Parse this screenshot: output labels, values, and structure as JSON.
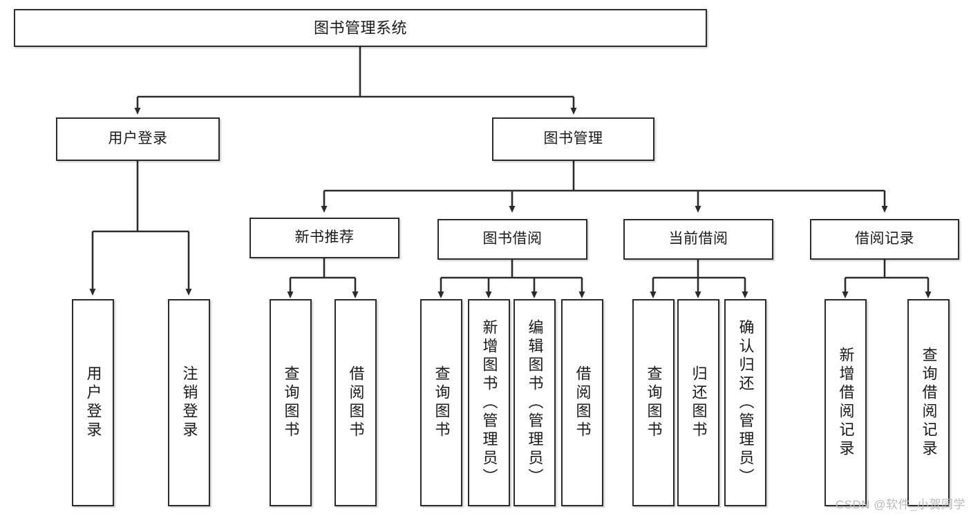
{
  "diagram": {
    "type": "tree-hierarchy",
    "title": "图书管理系统",
    "root": {
      "label": "图书管理系统"
    },
    "level2": [
      {
        "label": "用户登录"
      },
      {
        "label": "图书管理"
      }
    ],
    "level3": [
      {
        "label": "新书推荐"
      },
      {
        "label": "图书借阅"
      },
      {
        "label": "当前借阅"
      },
      {
        "label": "借阅记录"
      }
    ],
    "leaves": {
      "user_login": [
        {
          "label": "用户登录"
        },
        {
          "label": "注销登录"
        }
      ],
      "new_book_recommend": [
        {
          "label": "查询图书"
        },
        {
          "label": "借阅图书"
        }
      ],
      "book_borrow": [
        {
          "label": "查询图书"
        },
        {
          "label": "新增图书（管理员）"
        },
        {
          "label": "编辑图书（管理员）"
        },
        {
          "label": "借阅图书"
        }
      ],
      "current_borrow": [
        {
          "label": "查询图书"
        },
        {
          "label": "归还图书"
        },
        {
          "label": "确认归还（管理员）"
        }
      ],
      "borrow_record": [
        {
          "label": "新增借阅记录"
        },
        {
          "label": "查询借阅记录"
        }
      ]
    }
  },
  "watermark": {
    "text": "CSDN @软件_小贺同学"
  },
  "colors": {
    "stroke": "#2b2b2b",
    "box_fill": "#ffffff",
    "text": "#1a1a1a",
    "watermark": "#b9b9b9",
    "background": "#ffffff"
  }
}
